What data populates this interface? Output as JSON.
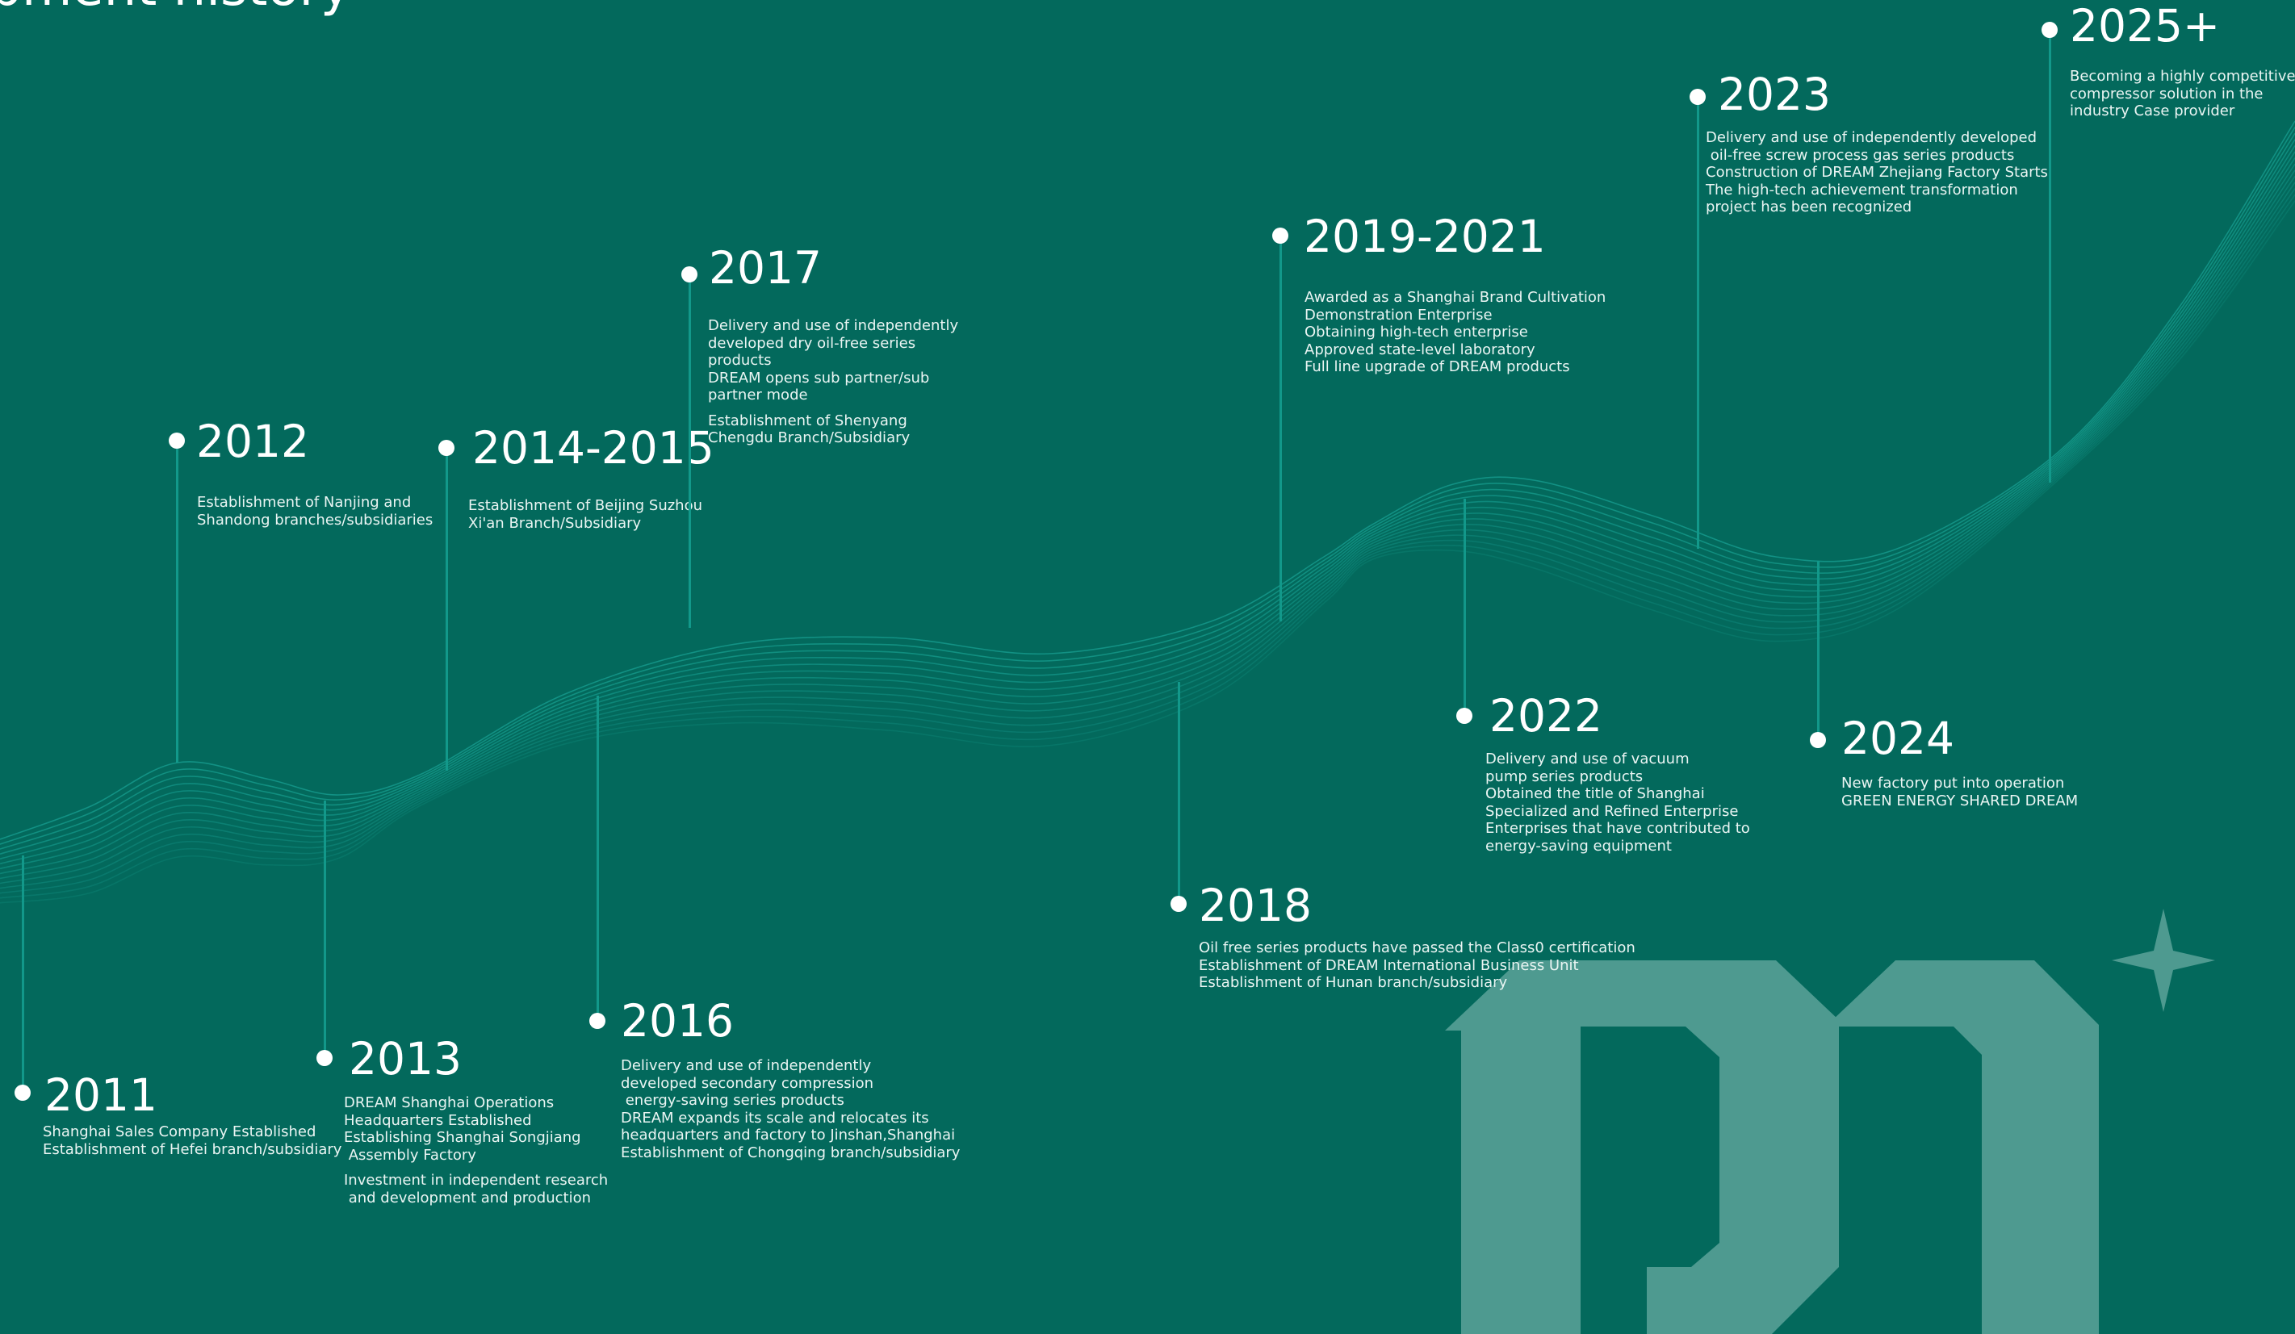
{
  "page": {
    "title": "elopment history",
    "colors": {
      "background": "#03695c",
      "wave": "#1aa89a",
      "logo": "#4e9a90",
      "text": "#ffffff"
    }
  },
  "timeline": [
    {
      "year": "2011",
      "lines": [
        "Shanghai Sales Company Established",
        "Establishment of Hefei branch/subsidiary"
      ]
    },
    {
      "year": "2012",
      "lines": [
        "Establishment of Nanjing and",
        "Shandong branches/subsidiaries"
      ]
    },
    {
      "year": "2013",
      "lines": [
        "DREAM Shanghai Operations",
        "Headquarters Established",
        "Establishing Shanghai Songjiang",
        " Assembly Factory",
        "",
        "Investment in independent research",
        " and development and production"
      ]
    },
    {
      "year": "2014-2015",
      "lines": [
        "Establishment of Beijing Suzhou",
        "Xi'an Branch/Subsidiary"
      ]
    },
    {
      "year": "2016",
      "lines": [
        "Delivery and use of independently",
        "developed secondary compression",
        " energy-saving series products",
        "DREAM expands its scale and relocates its",
        "headquarters and factory to Jinshan,Shanghai",
        "Establishment of Chongqing branch/subsidiary"
      ]
    },
    {
      "year": "2017",
      "lines": [
        "Delivery and use of independently",
        "developed dry oil-free series",
        "products",
        "DREAM opens sub partner/sub",
        "partner mode",
        "",
        "Establishment of Shenyang",
        "Chengdu Branch/Subsidiary"
      ]
    },
    {
      "year": "2018",
      "lines": [
        "Oil free series products have passed the Class0 certification",
        "Establishment of DREAM International Business Unit",
        "Establishment of Hunan branch/subsidiary"
      ]
    },
    {
      "year": "2019-2021",
      "lines": [
        "Awarded as a Shanghai Brand Cultivation",
        "Demonstration Enterprise",
        "Obtaining high-tech enterprise",
        "Approved state-level laboratory",
        "Full line upgrade of DREAM products"
      ]
    },
    {
      "year": "2022",
      "lines": [
        "Delivery and use of vacuum",
        "pump series products",
        "Obtained the title of Shanghai",
        "Specialized and Refined Enterprise",
        "Enterprises that have contributed to",
        "energy-saving equipment"
      ]
    },
    {
      "year": "2023",
      "lines": [
        "Delivery and use of independently developed",
        " oil-free screw process gas series products",
        "Construction of DREAM Zhejiang Factory Starts",
        "The high-tech achievement transformation",
        "project has been recognized"
      ]
    },
    {
      "year": "2024",
      "lines": [
        "New factory put into operation",
        "GREEN ENERGY SHARED DREAM"
      ]
    },
    {
      "year": "2025+",
      "lines": [
        "Becoming a highly competitive",
        "compressor solution in the",
        "industry Case provider"
      ]
    }
  ]
}
